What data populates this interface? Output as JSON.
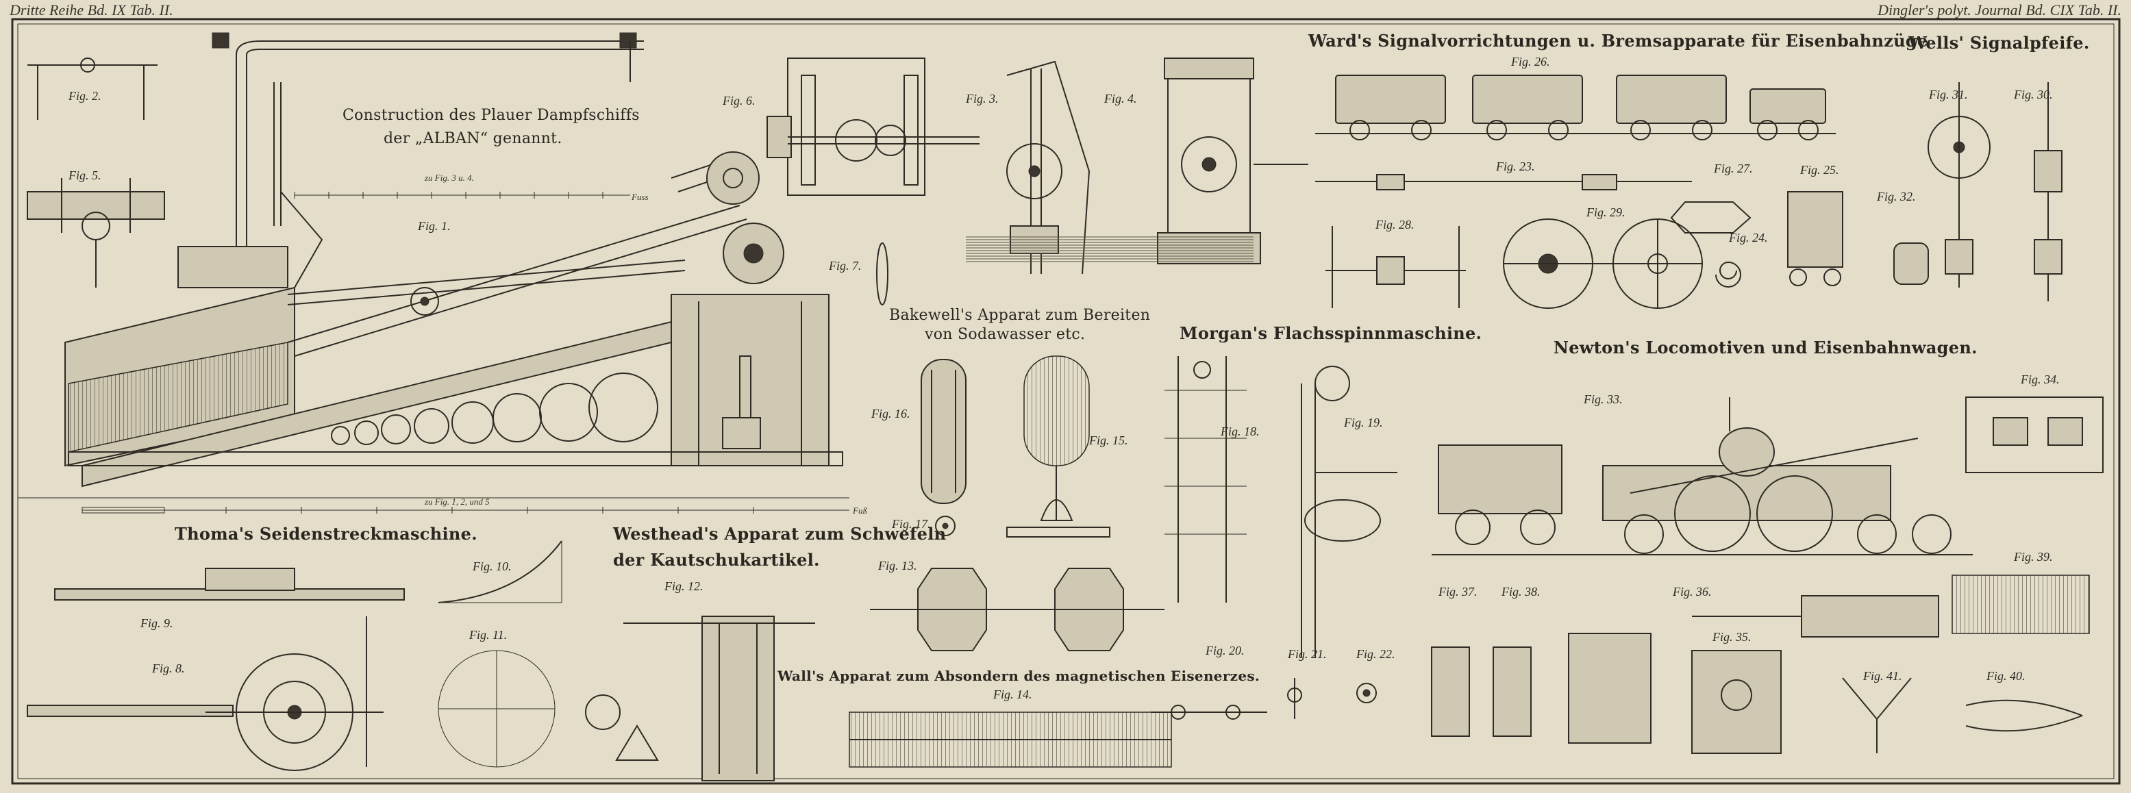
{
  "header": {
    "left": "Dritte Reihe Bd. IX Tab. II.",
    "right": "Dingler's polyt. Journal Bd. CIX Tab. II."
  },
  "titles": {
    "dampfschiff_1": "Construction des Plauer Dampfschiffs",
    "dampfschiff_2": "der „ALBAN“ genannt.",
    "thoma": "Thoma's Seidenstreckmaschine.",
    "westhead_1": "Westhead's Apparat zum Schwefeln",
    "westhead_2": "der Kautschukartikel.",
    "wall": "Wall's Apparat zum Absondern des magnetischen Eisenerzes.",
    "bakewell_1": "Bakewell's Apparat zum Bereiten",
    "bakewell_2": "von Sodawasser etc.",
    "morgan": "Morgan's Flachsspinnmaschine.",
    "ward": "Ward's Signalvorrichtungen u. Bremsapparate für Eisenbahnzüge",
    "wells": "Wells' Signalpfeife.",
    "newton": "Newton's Locomotiven und Eisenbahnwagen."
  },
  "scales": {
    "s1": "zu Fig. 3 u. 4.",
    "s2": "zu Fig. 1, 2, und 5",
    "fuss": "Fuss",
    "fuss2": "Fuß"
  },
  "figures": {
    "f1": "Fig. 1.",
    "f2": "Fig. 2.",
    "f3": "Fig. 3.",
    "f4": "Fig. 4.",
    "f5": "Fig. 5.",
    "f6": "Fig. 6.",
    "f7": "Fig. 7.",
    "f8": "Fig. 8.",
    "f9": "Fig. 9.",
    "f10": "Fig. 10.",
    "f11": "Fig. 11.",
    "f12": "Fig. 12.",
    "f13": "Fig. 13.",
    "f14": "Fig. 14.",
    "f15": "Fig. 15.",
    "f16": "Fig. 16.",
    "f17": "Fig. 17.",
    "f18": "Fig. 18.",
    "f19": "Fig. 19.",
    "f20": "Fig. 20.",
    "f21": "Fig. 21.",
    "f22": "Fig. 22.",
    "f23": "Fig. 23.",
    "f24": "Fig. 24.",
    "f25": "Fig. 25.",
    "f26": "Fig. 26.",
    "f27": "Fig. 27.",
    "f28": "Fig. 28.",
    "f29": "Fig. 29.",
    "f30": "Fig. 30.",
    "f31": "Fig. 31.",
    "f32": "Fig. 32.",
    "f33": "Fig. 33.",
    "f34": "Fig. 34.",
    "f35": "Fig. 35.",
    "f36": "Fig. 36.",
    "f37": "Fig. 37.",
    "f38": "Fig. 38.",
    "f39": "Fig. 39.",
    "f40": "Fig. 40.",
    "f41": "Fig. 41."
  },
  "colors": {
    "paper": "#e3ddca",
    "ink": "#2f2b24"
  }
}
